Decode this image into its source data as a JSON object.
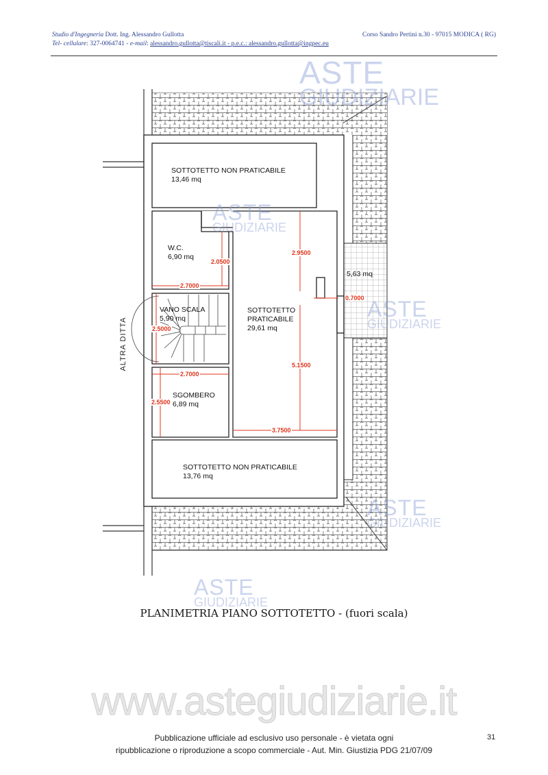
{
  "header": {
    "studio": "Studio d'Ingegneria",
    "engineer": "Dott. Ing. Alessandro Gullotta",
    "address": "Corso Sandro Pertini n.30 - 97015 MODICA ( RG)",
    "phone_label": "Tel- cellulare",
    "phone": ": 327-0064741 -",
    "email_label": "e-mail",
    "email": "alessandro.gullotta@tiscali.it",
    "pec_label": " - p.e.c.: alessandro.gullotta@ingpec.eu"
  },
  "plan": {
    "neighbour_label": "ALTRA DITTA",
    "rooms": {
      "top_non_walkable": {
        "name": "SOTTOTETTO NON PRATICABILE",
        "area": "13,46 mq"
      },
      "wc": {
        "name": "W.C.",
        "area": "6,90 mq"
      },
      "stair": {
        "name": "VANO SCALA",
        "area": "5,90 mq"
      },
      "storage": {
        "name": "SGOMBERO",
        "area": "6,89 mq"
      },
      "walkable": {
        "name1": "SOTTOTETTO",
        "name2": "PRATICABILE",
        "area": "29,61 mq"
      },
      "terrace": {
        "area": "5,63 mq"
      },
      "bottom_non_walkable": {
        "name": "SOTTOTETTO NON PRATICABILE",
        "area": "13,76 mq"
      }
    },
    "dimensions": {
      "wc_width": "2.7000",
      "wc_height": "2.0500",
      "stair_height": "2.5000",
      "storage_width": "2.7000",
      "storage_height": "2.5500",
      "main_upper": "2.9500",
      "main_lower": "5.1500",
      "main_width": "3.7500",
      "terrace_gap": "0.7000"
    }
  },
  "watermark": {
    "line1": "ASTE",
    "line2": "GIUDIZIARIE",
    "site": "www.astegiudiziarie.it"
  },
  "caption": "PLANIMETRIA PIANO SOTTOTETTO - (fuori scala)",
  "footer": {
    "line1": "Pubblicazione ufficiale ad esclusivo uso personale - è vietata ogni",
    "line2": "ripubblicazione o riproduzione a scopo commerciale - Aut. Min. Giustizia PDG 21/07/09",
    "page": "31"
  }
}
